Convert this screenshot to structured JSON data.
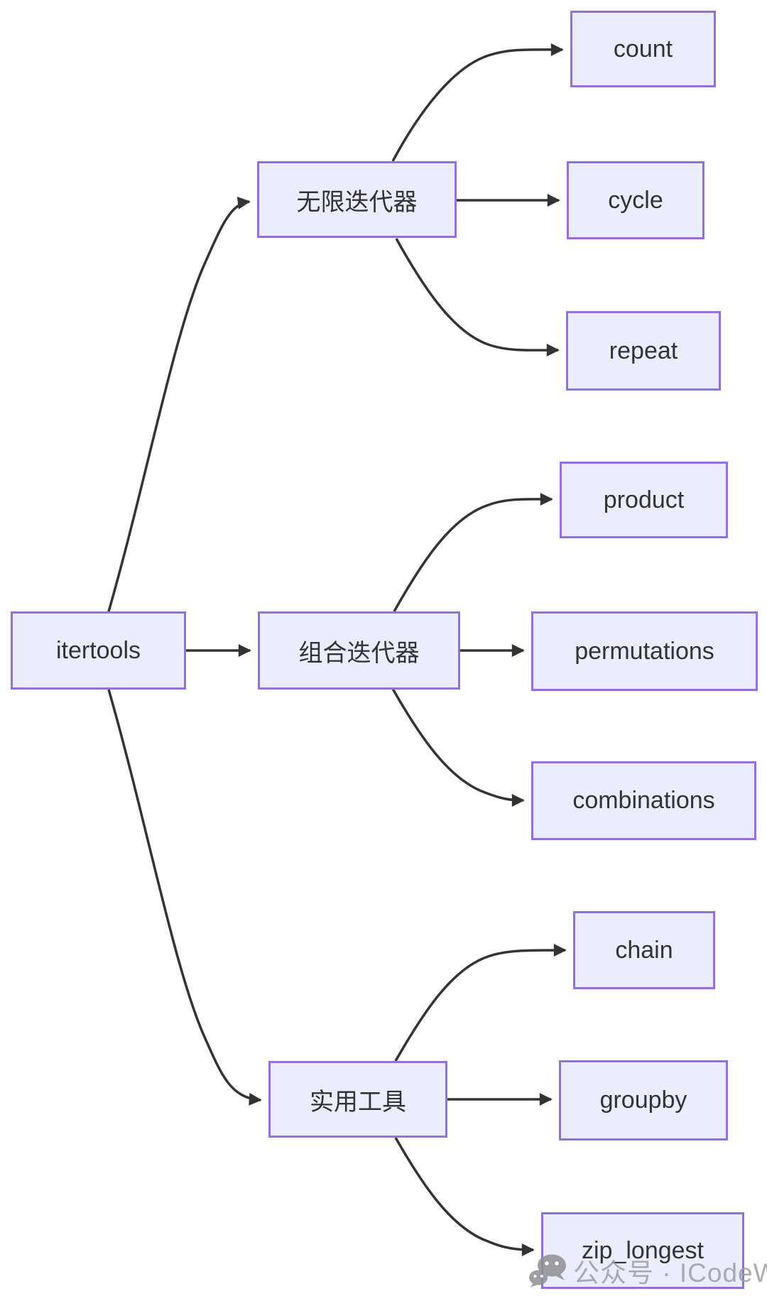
{
  "diagram_type": "flowchart-left-to-right",
  "nodes": {
    "itertools": "itertools",
    "infinite": "无限迭代器",
    "combinatoric": "组合迭代器",
    "utility": "实用工具",
    "count": "count",
    "cycle": "cycle",
    "repeat": "repeat",
    "product": "product",
    "permutations": "permutations",
    "combinations": "combinations",
    "chain": "chain",
    "groupby": "groupby",
    "zip_longest": "zip_longest"
  },
  "edges": [
    {
      "from": "itertools",
      "to": "无限迭代器"
    },
    {
      "from": "itertools",
      "to": "组合迭代器"
    },
    {
      "from": "itertools",
      "to": "实用工具"
    },
    {
      "from": "无限迭代器",
      "to": "count"
    },
    {
      "from": "无限迭代器",
      "to": "cycle"
    },
    {
      "from": "无限迭代器",
      "to": "repeat"
    },
    {
      "from": "组合迭代器",
      "to": "product"
    },
    {
      "from": "组合迭代器",
      "to": "permutations"
    },
    {
      "from": "组合迭代器",
      "to": "combinations"
    },
    {
      "from": "实用工具",
      "to": "chain"
    },
    {
      "from": "实用工具",
      "to": "groupby"
    },
    {
      "from": "实用工具",
      "to": "zip_longest"
    }
  ],
  "colors": {
    "node_fill": "#ECECFF",
    "node_border": "#9370DB",
    "edge_line": "#333333",
    "node_text": "#333333",
    "watermark_gray": "#9E9EA2",
    "background": "#FFFFFF"
  },
  "watermark": {
    "icon": "wechat-icon",
    "text": "公众号 · ICodeWR"
  }
}
